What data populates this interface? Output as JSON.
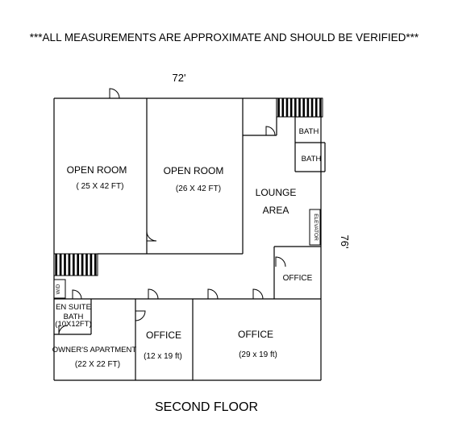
{
  "notice": "***ALL MEASUREMENTS ARE APPROXIMATE AND SHOULD BE VERIFIED***",
  "dimensions": {
    "width": "72'",
    "depth": "76'"
  },
  "floor_label": "SECOND FLOOR",
  "rooms": {
    "open_room_1": {
      "label": "OPEN ROOM",
      "size": "( 25 X 42 FT)"
    },
    "open_room_2": {
      "label": "OPEN ROOM",
      "size": "(26 X 42 FT)"
    },
    "lounge": {
      "line1": "LOUNGE",
      "line2": "AREA"
    },
    "bath_1": {
      "label": "BATH"
    },
    "bath_2": {
      "label": "BATH"
    },
    "elevator": {
      "label": "ELEVATOR"
    },
    "office_east": {
      "label": "OFFICE"
    },
    "wd": {
      "label": "W/D"
    },
    "en_suite": {
      "line1": "EN SUITE",
      "line2": "BATH",
      "line3": "(10X12FT)"
    },
    "owners_apartment": {
      "label": "OWNER'S APARTMENT",
      "size": "(22 X 22 FT)"
    },
    "office_small": {
      "label": "OFFICE",
      "size": "(12 x 19 ft)"
    },
    "office_large": {
      "label": "OFFICE",
      "size": "(29 x 19 ft)"
    }
  }
}
